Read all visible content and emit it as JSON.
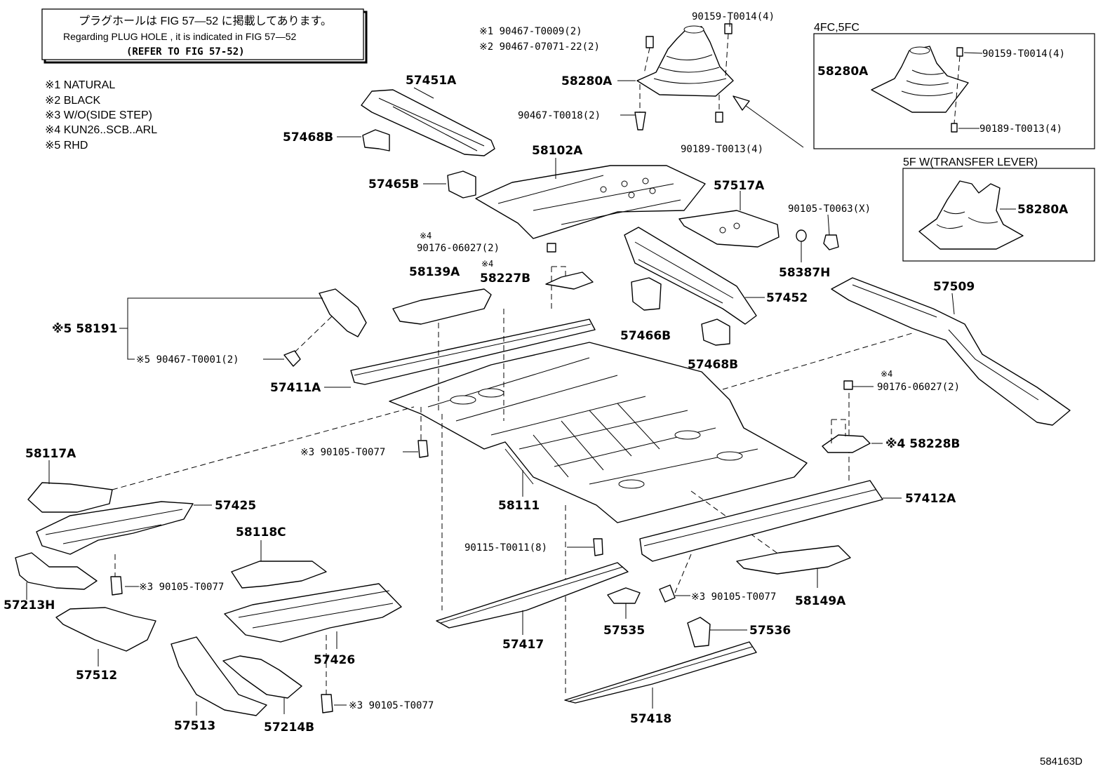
{
  "notice": {
    "line1": "プラグホールは FIG 57—52 に掲載してあります。",
    "line2": "Regarding PLUG HOLE , it is indicated in FIG 57—52",
    "line3": "(REFER TO FIG 57-52)"
  },
  "legend": [
    "※1 NATURAL",
    "※2 BLACK",
    "※3 W/O(SIDE STEP)",
    "※4 KUN26..SCB..ARL",
    "※5 RHD"
  ],
  "insets": {
    "top_title": "4FC,5FC",
    "bottom_title": "5F W(TRANSFER LEVER)",
    "top_parts": [
      "58280A",
      "90159-T0014(4)",
      "90189-T0013(4)"
    ],
    "bottom_parts": [
      "58280A"
    ]
  },
  "labels": {
    "p57451A": "57451A",
    "p57468B_top": "57468B",
    "p57465B": "57465B",
    "p58280A": "58280A",
    "p90159_top": "90159-T0014(4)",
    "p90467_1": "※1 90467-T0009(2)",
    "p90467_2": "※2 90467-07071-22(2)",
    "p90467_t0018": "90467-T0018(2)",
    "p90189_main": "90189-T0013(4)",
    "p58102A": "58102A",
    "p57517A": "57517A",
    "p90105_t0063": "90105-T0063(X)",
    "p58387H": "58387H",
    "p57452": "57452",
    "p57466B": "57466B",
    "p57468B_mid": "57468B",
    "p57509": "57509",
    "p90176_top_mark": "※4",
    "p90176_top": "90176-06027(2)",
    "p58139A": "58139A",
    "p58227B_mark": "※4",
    "p58227B": "58227B",
    "p58191": "※5 58191",
    "p90467_t0001": "※5 90467-T0001(2)",
    "p57411A": "57411A",
    "p90105_mid": "※3 90105-T0077",
    "p90176_right_mark": "※4",
    "p90176_right": "90176-06027(2)",
    "p58228B": "※4 58228B",
    "p58117A": "58117A",
    "p57425": "57425",
    "p58111": "58111",
    "p57412A": "57412A",
    "p58118C": "58118C",
    "p90105_left": "※3 90105-T0077",
    "p57213H": "57213H",
    "p90115": "90115-T0011(8)",
    "p90105_right": "※3 90105-T0077",
    "p58149A": "58149A",
    "p57512": "57512",
    "p57426": "57426",
    "p57417": "57417",
    "p57535": "57535",
    "p57536": "57536",
    "p90105_bottom": "※3 90105-T0077",
    "p57513": "57513",
    "p57214B": "57214B",
    "p57418": "57418"
  },
  "figure_id": "584163D"
}
